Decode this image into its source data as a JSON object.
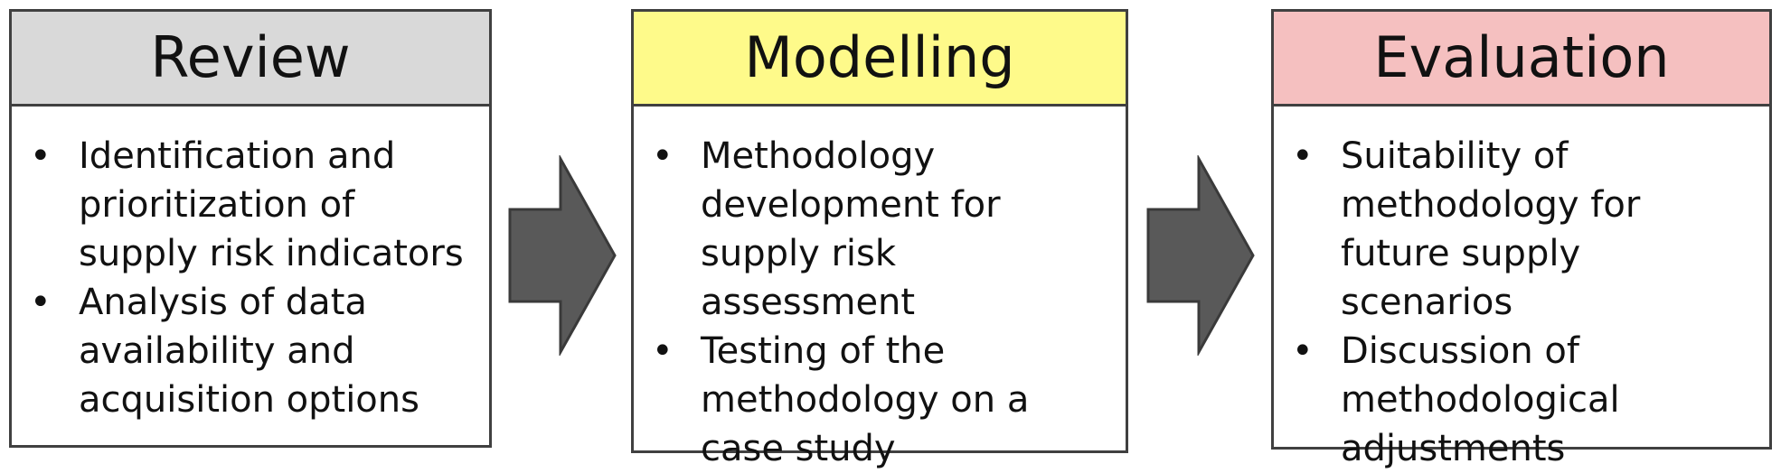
{
  "stages": [
    {
      "title": "Review",
      "header_color": "#d9d9d9",
      "bullets": [
        "Identification and\nprioritization of\nsupply risk indicators",
        "Analysis of data\navailability and\nacquisition options"
      ]
    },
    {
      "title": "Modelling",
      "header_color": "#fefa8a",
      "bullets": [
        "Methodology\ndevelopment for\nsupply risk assessment",
        "Testing of the\nmethodology on a\ncase study"
      ]
    },
    {
      "title": "Evaluation",
      "header_color": "#f5c0c0",
      "bullets": [
        "Suitability of\nmethodology for\nfuture supply scenarios",
        "Discussion of\nmethodological\nadjustments"
      ]
    }
  ],
  "bullet_char": "•",
  "arrow_color": "#595959"
}
